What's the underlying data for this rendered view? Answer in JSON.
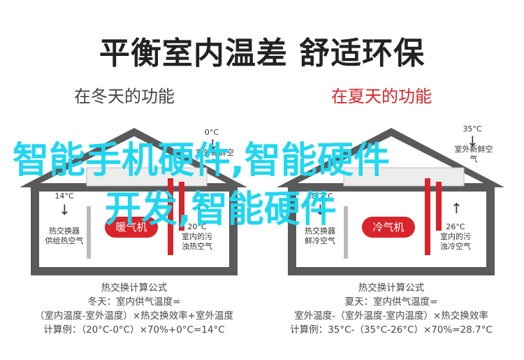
{
  "title": "平衡室内温差 舒适环保",
  "left": {
    "subtitle": "在冬天的功能",
    "outdoor_temp": "0°C",
    "outdoor_air": "室外新鲜空气",
    "indoor_temp": "14°C",
    "indoor_l1": "热交换器",
    "indoor_l2": "供给热空气",
    "unit_label": "暖气机",
    "dirty_temp": "20°C",
    "dirty_l1": "室内的污",
    "dirty_l2": "浊热空气",
    "formula": {
      "heading": "热交换计算公式",
      "line1": "冬天：室内供气温度=",
      "line2": "（室内温度-室外温度）×热交换效率+室外温度",
      "line3": "计算例：（20°C-0°C）×70%+0°C=14°C"
    }
  },
  "right": {
    "subtitle": "在夏天的功能",
    "outdoor_temp": "35°C",
    "outdoor_air": "室外新鲜空气",
    "indoor_temp": "28.7°C",
    "indoor_l1": "热交换器",
    "indoor_l2": "鲜冷空气",
    "unit_label": "冷气机",
    "dirty_temp": "26°C",
    "dirty_l1": "室内的污",
    "dirty_l2": "浊冷空气",
    "formula": {
      "heading": "热交换计算公式",
      "line1": "夏天：室内供气温度=",
      "line2": "室外温度-（室外温度-室内温度）×热交换效率",
      "line3": "计算例：35°C-（35°C-26°C）×70%=28.7°C"
    }
  },
  "overlay": {
    "line1": "智能手机硬件,智能硬件",
    "line2": "开发,智能硬件"
  }
}
